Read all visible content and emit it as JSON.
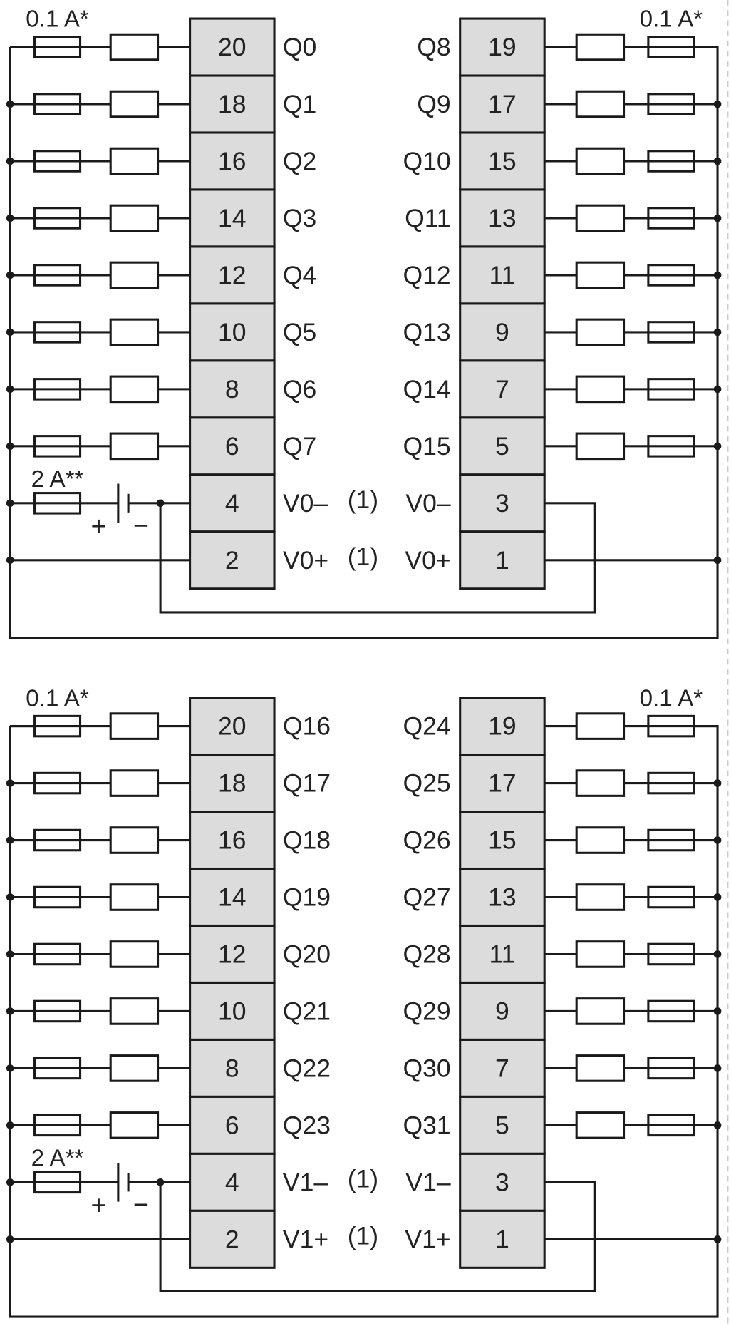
{
  "colors": {
    "terminal_fill": "#dcdcdc",
    "line": "#1a1a1a",
    "text": "#222222"
  },
  "blocks": [
    {
      "fuse_label_left": "0.1 A*",
      "fuse_label_right": "0.1 A*",
      "supply_fuse_label": "2 A**",
      "battery_plus": "+",
      "battery_minus": "−",
      "left_terminals": [
        {
          "pin": "20",
          "signal": "Q0"
        },
        {
          "pin": "18",
          "signal": "Q1"
        },
        {
          "pin": "16",
          "signal": "Q2"
        },
        {
          "pin": "14",
          "signal": "Q3"
        },
        {
          "pin": "12",
          "signal": "Q4"
        },
        {
          "pin": "10",
          "signal": "Q5"
        },
        {
          "pin": "8",
          "signal": "Q6"
        },
        {
          "pin": "6",
          "signal": "Q7"
        },
        {
          "pin": "4",
          "signal": "V0–",
          "note": "(1)"
        },
        {
          "pin": "2",
          "signal": "V0+",
          "note": "(1)"
        }
      ],
      "right_terminals": [
        {
          "pin": "19",
          "signal": "Q8"
        },
        {
          "pin": "17",
          "signal": "Q9"
        },
        {
          "pin": "15",
          "signal": "Q10"
        },
        {
          "pin": "13",
          "signal": "Q11"
        },
        {
          "pin": "11",
          "signal": "Q12"
        },
        {
          "pin": "9",
          "signal": "Q13"
        },
        {
          "pin": "7",
          "signal": "Q14"
        },
        {
          "pin": "5",
          "signal": "Q15"
        },
        {
          "pin": "3",
          "signal": "V0–"
        },
        {
          "pin": "1",
          "signal": "V0+"
        }
      ]
    },
    {
      "fuse_label_left": "0.1 A*",
      "fuse_label_right": "0.1 A*",
      "supply_fuse_label": "2 A**",
      "battery_plus": "+",
      "battery_minus": "−",
      "left_terminals": [
        {
          "pin": "20",
          "signal": "Q16"
        },
        {
          "pin": "18",
          "signal": "Q17"
        },
        {
          "pin": "16",
          "signal": "Q18"
        },
        {
          "pin": "14",
          "signal": "Q19"
        },
        {
          "pin": "12",
          "signal": "Q20"
        },
        {
          "pin": "10",
          "signal": "Q21"
        },
        {
          "pin": "8",
          "signal": "Q22"
        },
        {
          "pin": "6",
          "signal": "Q23"
        },
        {
          "pin": "4",
          "signal": "V1–",
          "note": "(1)"
        },
        {
          "pin": "2",
          "signal": "V1+",
          "note": "(1)"
        }
      ],
      "right_terminals": [
        {
          "pin": "19",
          "signal": "Q24"
        },
        {
          "pin": "17",
          "signal": "Q25"
        },
        {
          "pin": "15",
          "signal": "Q26"
        },
        {
          "pin": "13",
          "signal": "Q27"
        },
        {
          "pin": "11",
          "signal": "Q28"
        },
        {
          "pin": "9",
          "signal": "Q29"
        },
        {
          "pin": "7",
          "signal": "Q30"
        },
        {
          "pin": "5",
          "signal": "Q31"
        },
        {
          "pin": "3",
          "signal": "V1–"
        },
        {
          "pin": "1",
          "signal": "V1+"
        }
      ]
    }
  ]
}
